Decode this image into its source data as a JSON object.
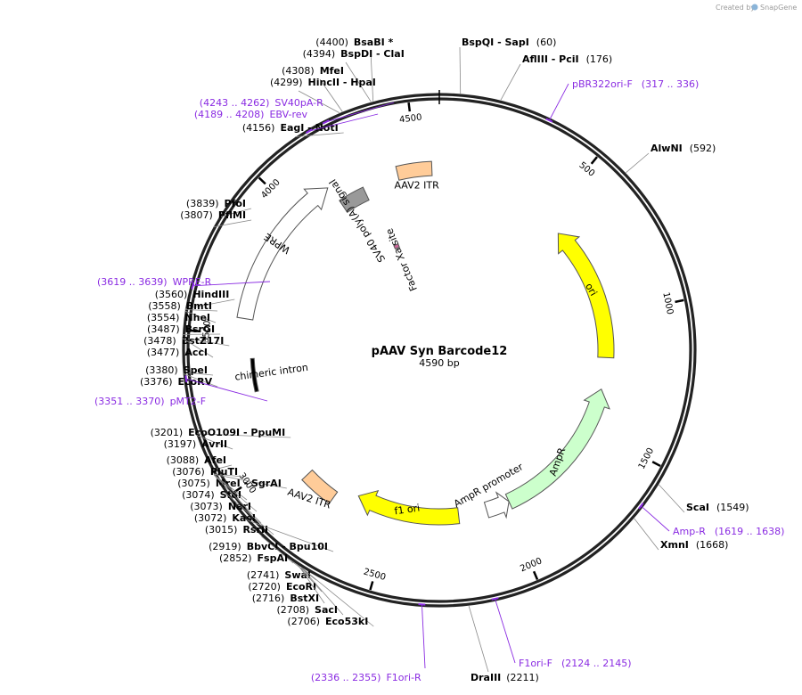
{
  "plasmid": {
    "name": "pAAV Syn Barcode12",
    "size_label": "4590 bp",
    "length": 4590
  },
  "credit": {
    "text": "Created by",
    "brand": "SnapGene"
  },
  "tick_marks": [
    500,
    1000,
    1500,
    2000,
    2500,
    3000,
    3500,
    4000,
    4500
  ],
  "sites": [
    {
      "pos": 4400,
      "name": "BsaBI *",
      "num": "(4400)"
    },
    {
      "pos": 4394,
      "name": "BspDI - ClaI",
      "num": "(4394)"
    },
    {
      "pos": 4308,
      "name": "MfeI",
      "num": "(4308)"
    },
    {
      "pos": 4299,
      "name": "HincII - HpaI",
      "num": "(4299)"
    },
    {
      "pos": 4156,
      "name": "EagI - NotI",
      "num": "(4156)"
    },
    {
      "pos": 3839,
      "name": "PfoI",
      "num": "(3839)"
    },
    {
      "pos": 3807,
      "name": "PflMI",
      "num": "(3807)"
    },
    {
      "pos": 3560,
      "name": "HindIII",
      "num": "(3560)"
    },
    {
      "pos": 3558,
      "name": "BmtI",
      "num": "(3558)"
    },
    {
      "pos": 3554,
      "name": "NheI",
      "num": "(3554)"
    },
    {
      "pos": 3487,
      "name": "BsrGI",
      "num": "(3487)"
    },
    {
      "pos": 3478,
      "name": "BstZ17I",
      "num": "(3478)"
    },
    {
      "pos": 3477,
      "name": "AccI",
      "num": "(3477)"
    },
    {
      "pos": 3380,
      "name": "SpeI",
      "num": "(3380)"
    },
    {
      "pos": 3376,
      "name": "EcoRV",
      "num": "(3376)"
    },
    {
      "pos": 3201,
      "name": "EcoO109I - PpuMI",
      "num": "(3201)"
    },
    {
      "pos": 3197,
      "name": "AvrII",
      "num": "(3197)"
    },
    {
      "pos": 3088,
      "name": "AfeI",
      "num": "(3088)"
    },
    {
      "pos": 3076,
      "name": "PluTI",
      "num": "(3076)"
    },
    {
      "pos": 3075,
      "name": "MreI - SgrAI",
      "num": "(3075)"
    },
    {
      "pos": 3074,
      "name": "SfoI",
      "num": "(3074)"
    },
    {
      "pos": 3073,
      "name": "NarI",
      "num": "(3073)"
    },
    {
      "pos": 3072,
      "name": "KasI",
      "num": "(3072)"
    },
    {
      "pos": 3015,
      "name": "RsrII",
      "num": "(3015)"
    },
    {
      "pos": 2919,
      "name": "BbvCI - Bpu10I",
      "num": "(2919)"
    },
    {
      "pos": 2852,
      "name": "FspAI",
      "num": "(2852)"
    },
    {
      "pos": 2741,
      "name": "SwaI",
      "num": "(2741)"
    },
    {
      "pos": 2720,
      "name": "EcoRI",
      "num": "(2720)"
    },
    {
      "pos": 2716,
      "name": "BstXI",
      "num": "(2716)"
    },
    {
      "pos": 2708,
      "name": "SacI",
      "num": "(2708)"
    },
    {
      "pos": 2706,
      "name": "Eco53kI",
      "num": "(2706)"
    },
    {
      "pos": 2211,
      "name": "DraIII",
      "num": "(2211)"
    },
    {
      "pos": 1668,
      "name": "XmnI",
      "num": "(1668)"
    },
    {
      "pos": 1549,
      "name": "ScaI",
      "num": "(1549)"
    },
    {
      "pos": 592,
      "name": "AlwNI",
      "num": "(592)"
    },
    {
      "pos": 176,
      "name": "AflIII - PciI",
      "num": "(176)"
    },
    {
      "pos": 60,
      "name": "BspQI - SapI",
      "num": "(60)"
    }
  ],
  "primers": [
    {
      "pos": 4253,
      "name": "SV40pA-R",
      "range": "(4243 .. 4262)"
    },
    {
      "pos": 4198,
      "name": "EBV-rev",
      "range": "(4189 .. 4208)"
    },
    {
      "pos": 3629,
      "name": "WPRE-R",
      "range": "(3619 .. 3639)"
    },
    {
      "pos": 3360,
      "name": "pMT2-F",
      "range": "(3351 .. 3370)"
    },
    {
      "pos": 2345,
      "name": "F1ori-R",
      "range": "(2336 .. 2355)"
    },
    {
      "pos": 2134,
      "name": "F1ori-F",
      "range": "(2124 .. 2145)"
    },
    {
      "pos": 1628,
      "name": "Amp-R",
      "range": "(1619 .. 1638)"
    },
    {
      "pos": 326,
      "name": "pBR322ori-F",
      "range": "(317 .. 336)"
    }
  ],
  "features": [
    {
      "name": "ori",
      "start": 580,
      "end": 1180,
      "color": "#ffff00",
      "dir": -1
    },
    {
      "name": "AmpR",
      "start": 1320,
      "end": 1980,
      "color": "#ccffcc",
      "dir": -1
    },
    {
      "name": "AmpR promoter",
      "start": 1980,
      "end": 2085,
      "color": "#ffffff",
      "dir": -1
    },
    {
      "name": "f1 ori",
      "start": 2210,
      "end": 2665,
      "color": "#ffff00",
      "dir": 1
    },
    {
      "name": "AAV2 ITR",
      "start": 2750,
      "end": 2890,
      "color": "#ffcc99",
      "dir": 0
    },
    {
      "name": "chimeric intron",
      "start": 3280,
      "end": 3410,
      "color": "#000000",
      "dir": 0
    },
    {
      "name": "WPRE",
      "start": 3560,
      "end": 4150,
      "color": "#ffffff",
      "dir": 1
    },
    {
      "name": "SV40 poly(A) signal",
      "start": 4160,
      "end": 4270,
      "color": "#999999",
      "dir": 0
    },
    {
      "name": "Factor Xa site",
      "start": 4290,
      "end": 4320,
      "color": "#cc6699",
      "dir": 0
    },
    {
      "name": "AAV2 ITR",
      "start": 4420,
      "end": 4560,
      "color": "#ffcc99",
      "dir": 0
    }
  ]
}
